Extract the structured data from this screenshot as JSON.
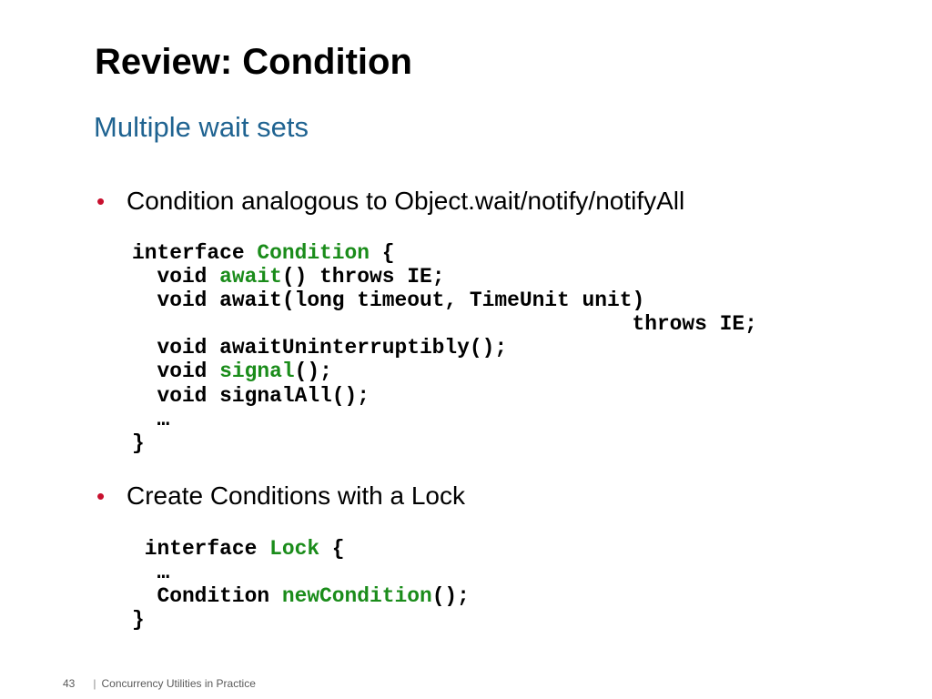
{
  "slide": {
    "title": "Review: Condition",
    "subtitle": "Multiple wait sets",
    "bullets": [
      {
        "marker": "•",
        "text": "Condition analogous to Object.wait/notify/notifyAll"
      },
      {
        "marker": "•",
        "text": "Create Conditions with a Lock"
      }
    ],
    "code_condition": {
      "line1_kw": "interface ",
      "line1_name": "Condition",
      "line1_brace": " {",
      "line2_void": "  void ",
      "line2_name": "await",
      "line2_rest": "() throws IE;",
      "line3": "  void await(long timeout, TimeUnit unit)",
      "line4": "                                        throws IE;",
      "line5": "  void awaitUninterruptibly();",
      "line6_void": "  void ",
      "line6_name": "signal",
      "line6_rest": "();",
      "line7": "  void signalAll();",
      "line8": "  …",
      "line9": "}"
    },
    "code_lock": {
      "line1_kw": " interface ",
      "line1_name": "Lock",
      "line1_brace": " {",
      "line2": "  …",
      "line3_type": "  Condition ",
      "line3_name": "newCondition",
      "line3_rest": "();",
      "line4": "}"
    },
    "colors": {
      "subtitle": "#1f6391",
      "bullet_marker": "#c8102e",
      "code_highlight": "#1a8c1a"
    }
  },
  "footer": {
    "page_number": "43",
    "separator": "|",
    "text": "Concurrency Utilities in Practice"
  }
}
